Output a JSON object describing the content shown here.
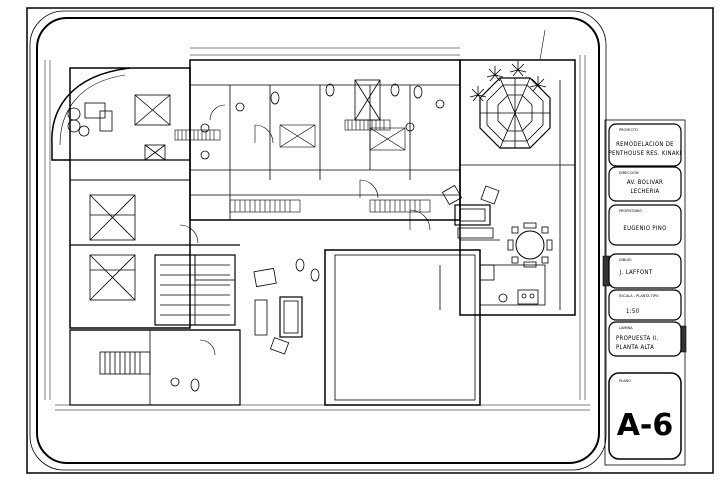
{
  "title_block": {
    "project_label": "PROYECTO",
    "project_line1": "REMODELACION DE",
    "project_line2": "PENTHOUSE RES. KINAKI",
    "address_label": "DIRECCION",
    "address_line1": "AV. BOLIVAR",
    "address_line2": "LECHERIA",
    "owner_label": "PROPIETARIO",
    "owner": "EUGENIO PINO",
    "drawn_label": "DIBUJO",
    "drawn_by": "J. LAFFONT",
    "scale_label": "ESCALA - PLANTA TIPO",
    "scale": "1:50",
    "content_label": "LAMINA",
    "content_line1": "PROPUESTA II.",
    "content_line2": "PLANTA ALTA",
    "sheet_label": "PLANO",
    "sheet_number": "A-6"
  },
  "colors": {
    "ink": "#000000",
    "paper": "#ffffff",
    "tab": "#333333"
  }
}
